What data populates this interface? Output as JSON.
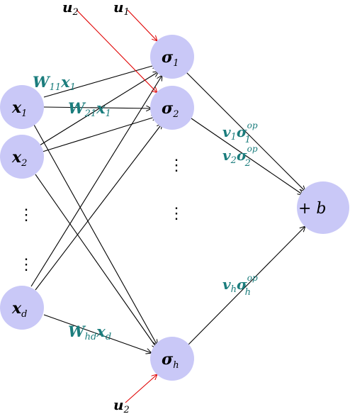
{
  "inputs": {
    "x1": {
      "main": "x",
      "sub": "1"
    },
    "x2": {
      "main": "x",
      "sub": "2"
    },
    "xd": {
      "main": "x",
      "sub": "d"
    }
  },
  "hidden": {
    "s1": {
      "main": "σ",
      "sub": "1"
    },
    "s2": {
      "main": "σ",
      "sub": "2"
    },
    "sh": {
      "main": "σ",
      "sub": "h"
    }
  },
  "output": {
    "label": "+ b"
  },
  "control_inputs": {
    "u2_top": {
      "main": "u",
      "sub": "2"
    },
    "u1_top": {
      "main": "u",
      "sub": "1"
    },
    "u2_bottom": {
      "main": "u",
      "sub": "2"
    }
  },
  "weight_labels": {
    "w11": {
      "w": "W",
      "wsub": "11",
      "x": "x",
      "xsub": "1"
    },
    "w21": {
      "w": "W",
      "wsub": "21",
      "x": "x",
      "xsub": "1"
    },
    "whd": {
      "w": "W",
      "wsub": "hd",
      "x": "x",
      "xsub": "d"
    }
  },
  "output_labels": {
    "v1": {
      "v": "v",
      "vsub": "1",
      "s": "σ",
      "ssub": "1",
      "sup": "op"
    },
    "v2": {
      "v": "v",
      "vsub": "2",
      "s": "σ",
      "ssub": "2",
      "sup": "op"
    },
    "vh": {
      "v": "v",
      "vsub": "h",
      "s": "σ",
      "ssub": "h",
      "sup": "op"
    }
  },
  "ellipsis": "⋮",
  "colors": {
    "node": "#c9c8f7",
    "teal": "#1b7d7d",
    "red": "#e00000"
  }
}
